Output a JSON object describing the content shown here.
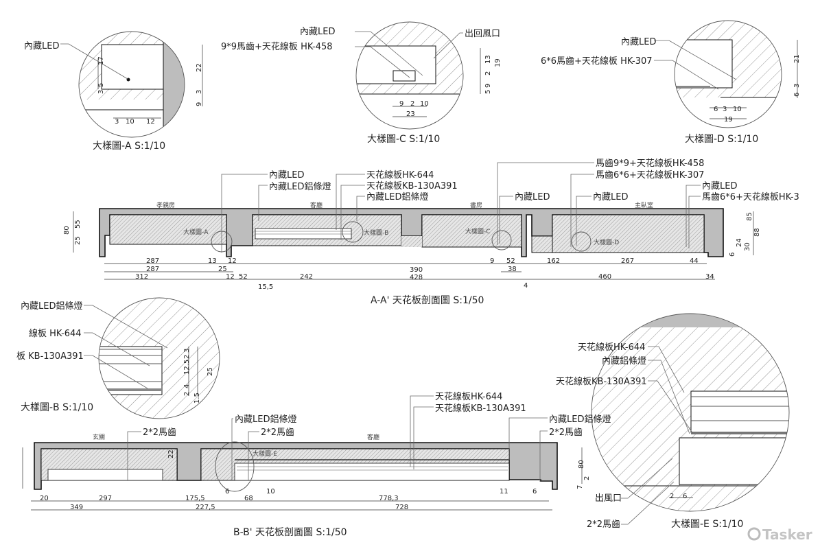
{
  "detail_a": {
    "title": "大樣圖-A  S:1/10",
    "labels": [
      "內藏LED"
    ],
    "dims": [
      "22",
      "3",
      "9",
      "17",
      "5",
      "3",
      "3",
      "10",
      "12"
    ]
  },
  "detail_c": {
    "title": "大樣圖-C  S:1/10",
    "labels": [
      "內藏LED",
      "9*9馬齒+天花線板 HK-458",
      "出回風口"
    ],
    "dims": [
      "13",
      "19",
      "2",
      "9",
      "5",
      "9",
      "2",
      "10",
      "23"
    ]
  },
  "detail_d": {
    "title": "大樣圖-D  S:1/10",
    "labels": [
      "內藏LED",
      "6*6馬齒+天花線板 HK-307"
    ],
    "dims": [
      "21",
      "3",
      "6",
      "6",
      "3",
      "10",
      "19"
    ]
  },
  "section_aa": {
    "title": "A-A' 天花板剖面圖 S:1/50",
    "rooms": [
      "孝親房",
      "客廳",
      "書房",
      "主臥室"
    ],
    "markers": [
      "大樣圖-A",
      "大樣圖-B",
      "大樣圖-C",
      "大樣圖-D"
    ],
    "labels": [
      "內藏LED",
      "內藏LED鋁條燈",
      "天花線板HK-644",
      "天花線板KB-130A391",
      "內藏LED鋁條燈",
      "馬齒9*9+天花線板HK-458",
      "馬齒6*6+天花線板HK-307",
      "內藏LED",
      "內藏LED",
      "內藏LED",
      "馬齒6*6+天花線板HK-3"
    ],
    "dims_row1": [
      "287",
      "13",
      "12",
      "390",
      "9",
      "52",
      "162",
      "267",
      "44"
    ],
    "dims_row2": [
      "287",
      "25",
      "38"
    ],
    "dims_row3": [
      "312",
      "12",
      "52",
      "242",
      "428",
      "460",
      "34"
    ],
    "dims_extra": [
      "15,5",
      "4"
    ],
    "dims_left": [
      "80",
      "55",
      "25"
    ],
    "dims_right": [
      "85",
      "88",
      "30",
      "24",
      "6"
    ]
  },
  "detail_b": {
    "title": "大樣圖-B  S:1/10",
    "labels": [
      "內藏LED鋁條燈",
      "線板 HK-644",
      "板 KB-130A391"
    ],
    "dims": [
      "3",
      "2",
      "12.5",
      "4",
      "2",
      "1.5",
      "25"
    ]
  },
  "section_bb": {
    "title": "B-B' 天花板剖面圖 S:1/50",
    "rooms": [
      "玄關",
      "客廳"
    ],
    "markers": [
      "大樣圖-E"
    ],
    "labels": [
      "2*2馬齒",
      "內藏LED鋁條燈",
      "2*2馬齒",
      "天花線板HK-644",
      "天花線板KB-130A391",
      "內藏LED鋁條燈",
      "2*2馬齒"
    ],
    "dims_row1": [
      "20",
      "297",
      "175,5",
      "6",
      "68",
      "10",
      "778,3",
      "11",
      "6"
    ],
    "dims_row2": [
      "349",
      "227,5",
      "728"
    ],
    "dims_other": [
      "22"
    ]
  },
  "detail_e": {
    "title": "大樣圖-E   S:1/10",
    "labels": [
      "天花線板HK-644",
      "內藏鋁條燈",
      "天花線板KB-130A391",
      "出風口",
      "2*2馬齒"
    ],
    "dims": [
      "80",
      "2",
      "7",
      "2",
      "6"
    ]
  },
  "watermark": "Tasker"
}
